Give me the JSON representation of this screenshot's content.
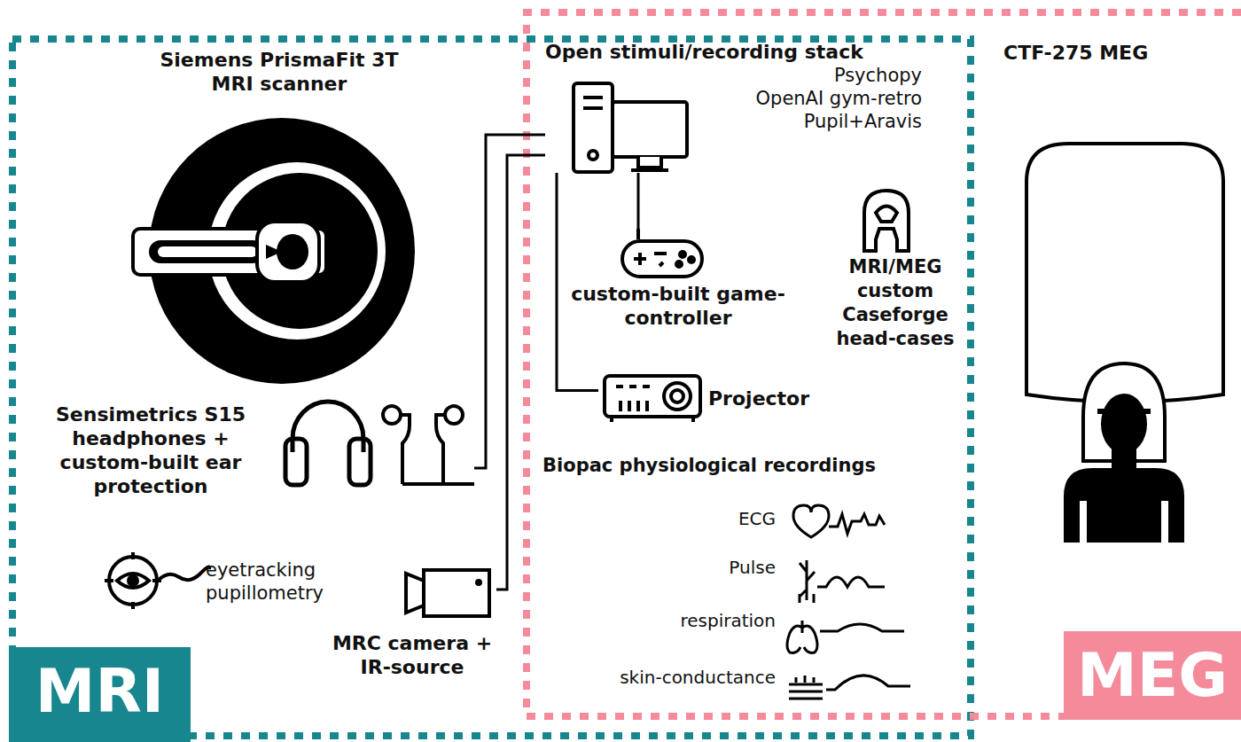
{
  "diagram": {
    "nodes": [
      {
        "text": [
          "MRI"
        ]
      },
      {
        "text": [
          "MEG"
        ]
      },
      {
        "text": [
          "Siemens PrismaFit 3T MRI scanner"
        ],
        "in": 0
      },
      {
        "text": [
          "Open stimuli/recording stack",
          "Psychopy",
          "OpenAI gym-retro",
          "Pupil+Aravis"
        ],
        "in": 0
      },
      {
        "text": [
          "custom-built game-controller"
        ],
        "in": 0
      },
      {
        "text": [
          "MRI/MEG custom Caseforge head-cases"
        ],
        "in": 0
      },
      {
        "text": [
          "Projector"
        ],
        "in": 0
      },
      {
        "text": [
          "Sensimetrics S15 headphones + custom-built ear protection"
        ],
        "in": 0
      },
      {
        "text": [
          "eyetracking pupillometry"
        ],
        "in": 0
      },
      {
        "text": [
          "MRC camera + IR-source"
        ],
        "in": 0
      },
      {
        "text": [
          "Biopac physiological recordings"
        ],
        "in": 0
      },
      {
        "text": [
          "CTF-275 MEG"
        ],
        "in": 1
      }
    ],
    "edges": [
      {
        "from": 3,
        "to": 7,
        "arrow": "none"
      },
      {
        "from": 3,
        "to": 9,
        "arrow": "none"
      },
      {
        "from": 3,
        "to": 4,
        "arrow": "none"
      },
      {
        "from": 3,
        "to": 6,
        "arrow": "none"
      }
    ],
    "labels": [
      "ECG",
      "Pulse",
      "respiration",
      "skin-conductance"
    ]
  }
}
